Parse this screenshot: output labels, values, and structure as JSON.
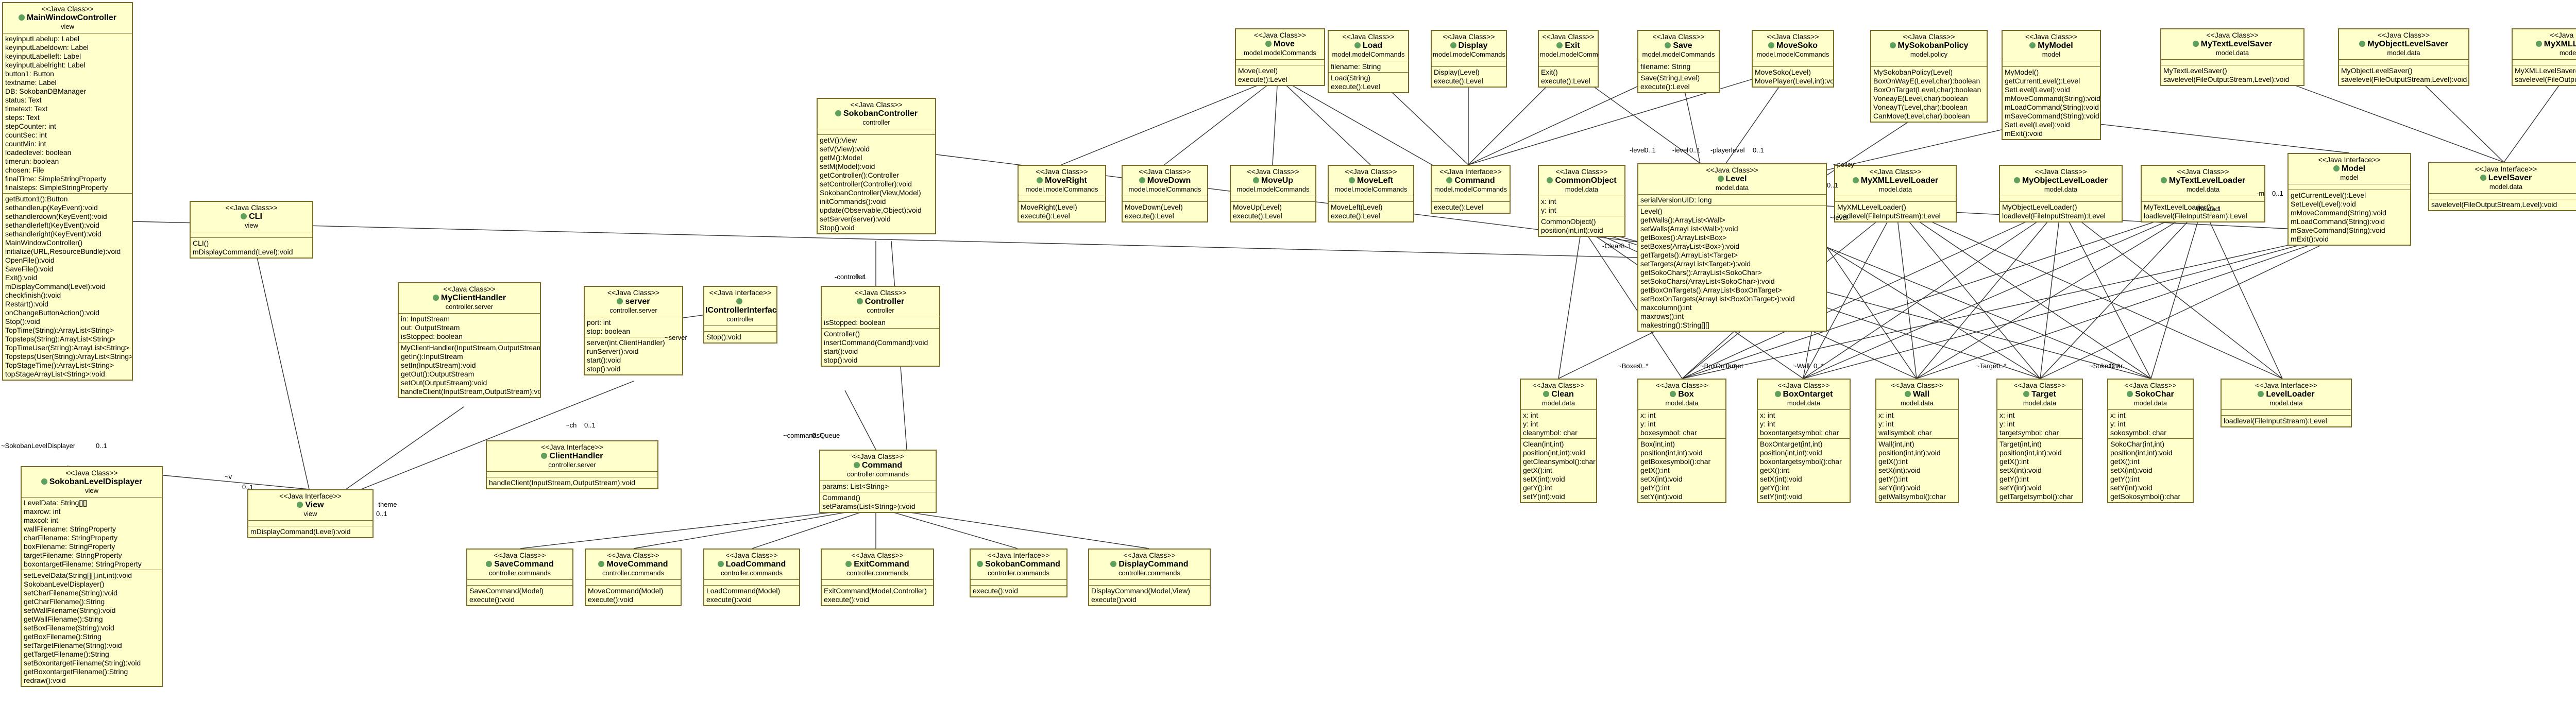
{
  "classes": [
    {
      "id": "MainWindowController",
      "stereo": "<<Java Class>>",
      "name": "MainWindowController",
      "pkg": "view",
      "fields": [
        "keyinputLabelup: Label",
        "keyinputLabeldown: Label",
        "keyinputLabelleft: Label",
        "keyinputLabelright: Label",
        "button1: Button",
        "textname: Label",
        "DB: SokobanDBManager",
        "status: Text",
        "timetext: Text",
        "steps: Text",
        "stepCounter: int",
        "countSec: int",
        "countMin: int",
        "loadedlevel: boolean",
        "timerun: boolean",
        "chosen: File",
        "finalTime: SimpleStringProperty",
        "finalsteps: SimpleStringProperty"
      ],
      "methods": [
        "getButton1():Button",
        "sethandlerup(KeyEvent):void",
        "sethandlerdown(KeyEvent):void",
        "sethandlerleft(KeyEvent):void",
        "sethandleright(KeyEvent):void",
        "MainWindowController()",
        "initialize(URL,ResourceBundle):void",
        "OpenFile():void",
        "SaveFile():void",
        "Exit():void",
        "mDisplayCommand(Level):void",
        "checkfinish():void",
        "Restart():void",
        "onChangeButtonAction():void",
        "Stop():void",
        "TopTime(String):ArrayList<String>",
        "Topsteps(String):ArrayList<String>",
        "TopTimeUser(String):ArrayList<String>",
        "Topsteps(User(String):ArrayList<String>",
        "TopStageTime():ArrayList<String>",
        "topStageArrayList<String>:void"
      ]
    },
    {
      "id": "SokobanLevelDisplayer",
      "stereo": "<<Java Class>>",
      "name": "SokobanLevelDisplayer",
      "pkg": "view",
      "fields": [
        "LevelData: String[][]",
        "maxrow: int",
        "maxcol: int",
        "wallFilename: StringProperty",
        "charFilename: StringProperty",
        "boxFilename: StringProperty",
        "targetFilename: StringProperty",
        "boxontargetFilename: StringProperty"
      ],
      "methods": [
        "setLevelData(String[][],int,int):void",
        "SokobanLevelDisplayer()",
        "setCharFilename(String):void",
        "getCharFilename():String",
        "setWallFilename(String):void",
        "getWallFilename():String",
        "setBoxFilename(String):void",
        "getBoxFilename():String",
        "setTargetFilename(String):void",
        "getTargetFilename():String",
        "setBoxontargetFilename(String):void",
        "getBoxontargetFilename():String",
        "redraw():void"
      ]
    },
    {
      "id": "CLI",
      "stereo": "<<Java Class>>",
      "name": "CLI",
      "pkg": "view",
      "fields": [],
      "methods": [
        "CLI()",
        "mDisplayCommand(Level):void"
      ]
    },
    {
      "id": "View",
      "stereo": "<<Java Interface>>",
      "name": "View",
      "pkg": "view",
      "fields": [],
      "methods": [
        "mDisplayCommand(Level):void"
      ]
    },
    {
      "id": "MyClientHandler",
      "stereo": "<<Java Class>>",
      "name": "MyClientHandler",
      "pkg": "controller.server",
      "fields": [
        "in: InputStream",
        "out: OutputStream",
        "isStopped: boolean"
      ],
      "methods": [
        "MyClientHandler(InputStream,OutputStream)",
        "getIn():InputStream",
        "setIn(InputStream):void",
        "getOut():OutputStream",
        "setOut(OutputStream):void",
        "handleClient(InputStream,OutputStream):void"
      ]
    },
    {
      "id": "server",
      "stereo": "<<Java Class>>",
      "name": "server",
      "pkg": "controller.server",
      "fields": [
        "port: int",
        "stop: boolean"
      ],
      "methods": [
        "server(int,ClientHandler)",
        "runServer():void",
        "start():void",
        "stop():void"
      ]
    },
    {
      "id": "ClientHandler",
      "stereo": "<<Java Interface>>",
      "name": "ClientHandler",
      "pkg": "controller.server",
      "fields": [],
      "methods": [
        "handleClient(InputStream,OutputStream):void"
      ]
    },
    {
      "id": "IControllerInterface",
      "stereo": "<<Java Interface>>",
      "name": "IControllerInterface",
      "pkg": "controller",
      "fields": [],
      "methods": [
        "Stop():void"
      ]
    },
    {
      "id": "SokobanController",
      "stereo": "<<Java Class>>",
      "name": "SokobanController",
      "pkg": "controller",
      "fields": [],
      "methods": [
        "getV():View",
        "setV(View):void",
        "getM():Model",
        "setM(Model):void",
        "getController():Controller",
        "setController(Controller):void",
        "SokobanController(View,Model)",
        "initCommands():void",
        "update(Observable,Object):void",
        "setServer(server):void",
        "Stop():void"
      ]
    },
    {
      "id": "Controller",
      "stereo": "<<Java Class>>",
      "name": "Controller",
      "pkg": "controller",
      "fields": [
        "isStopped: boolean"
      ],
      "methods": [
        "Controller()",
        "insertCommand(Command):void",
        "start():void",
        "stop():void"
      ]
    },
    {
      "id": "Command",
      "stereo": "<<Java Class>>",
      "name": "Command",
      "pkg": "controller.commands",
      "fields": [
        "params: List<String>"
      ],
      "methods": [
        "Command()",
        "setParams(List<String>):void"
      ]
    },
    {
      "id": "SaveCommand",
      "stereo": "<<Java Class>>",
      "name": "SaveCommand",
      "pkg": "controller.commands",
      "fields": [],
      "methods": [
        "SaveCommand(Model)",
        "execute():void"
      ]
    },
    {
      "id": "MoveCommand",
      "stereo": "<<Java Class>>",
      "name": "MoveCommand",
      "pkg": "controller.commands",
      "fields": [],
      "methods": [
        "MoveCommand(Model)",
        "execute():void"
      ]
    },
    {
      "id": "LoadCommand",
      "stereo": "<<Java Class>>",
      "name": "LoadCommand",
      "pkg": "controller.commands",
      "fields": [],
      "methods": [
        "LoadCommand(Model)",
        "execute():void"
      ]
    },
    {
      "id": "ExitCommand",
      "stereo": "<<Java Class>>",
      "name": "ExitCommand",
      "pkg": "controller.commands",
      "fields": [],
      "methods": [
        "ExitCommand(Model,Controller)",
        "execute():void"
      ]
    },
    {
      "id": "SokobanCommand",
      "stereo": "<<Java Interface>>",
      "name": "SokobanCommand",
      "pkg": "controller.commands",
      "fields": [],
      "methods": [
        "execute():void"
      ]
    },
    {
      "id": "DisplayCommand",
      "stereo": "<<Java Class>>",
      "name": "DisplayCommand",
      "pkg": "controller.commands",
      "fields": [],
      "methods": [
        "DisplayCommand(Model,View)",
        "execute():void"
      ]
    },
    {
      "id": "Move",
      "stereo": "<<Java Class>>",
      "name": "Move",
      "pkg": "model.modelCommands",
      "fields": [],
      "methods": [
        "Move(Level)",
        "execute():Level"
      ]
    },
    {
      "id": "Load",
      "stereo": "<<Java Class>>",
      "name": "Load",
      "pkg": "model.modelCommands",
      "fields": [
        "filename: String"
      ],
      "methods": [
        "Load(String)",
        "execute():Level"
      ]
    },
    {
      "id": "Display",
      "stereo": "<<Java Class>>",
      "name": "Display",
      "pkg": "model.modelCommands",
      "fields": [],
      "methods": [
        "Display(Level)",
        "execute():Level"
      ]
    },
    {
      "id": "Exit",
      "stereo": "<<Java Class>>",
      "name": "Exit",
      "pkg": "model.modelCommands",
      "fields": [],
      "methods": [
        "Exit()",
        "execute():Level"
      ]
    },
    {
      "id": "Save",
      "stereo": "<<Java Class>>",
      "name": "Save",
      "pkg": "model.modelCommands",
      "fields": [
        "filename: String"
      ],
      "methods": [
        "Save(String,Level)",
        "execute():Level"
      ]
    },
    {
      "id": "MoveSoko",
      "stereo": "<<Java Class>>",
      "name": "MoveSoko",
      "pkg": "model.modelCommands",
      "fields": [],
      "methods": [
        "MoveSoko(Level)",
        "MovePlayer(Level,int):void"
      ]
    },
    {
      "id": "MoveRight",
      "stereo": "<<Java Class>>",
      "name": "MoveRight",
      "pkg": "model.modelCommands",
      "fields": [],
      "methods": [
        "MoveRight(Level)",
        "execute():Level"
      ]
    },
    {
      "id": "MoveDown",
      "stereo": "<<Java Class>>",
      "name": "MoveDown",
      "pkg": "model.modelCommands",
      "fields": [],
      "methods": [
        "MoveDown(Level)",
        "execute():Level"
      ]
    },
    {
      "id": "MoveUp",
      "stereo": "<<Java Class>>",
      "name": "MoveUp",
      "pkg": "model.modelCommands",
      "fields": [],
      "methods": [
        "MoveUp(Level)",
        "execute():Level"
      ]
    },
    {
      "id": "MoveLeft",
      "stereo": "<<Java Class>>",
      "name": "MoveLeft",
      "pkg": "model.modelCommands",
      "fields": [],
      "methods": [
        "MoveLeft(Level)",
        "execute():Level"
      ]
    },
    {
      "id": "CommandM",
      "stereo": "<<Java Interface>>",
      "name": "Command",
      "pkg": "model.modelCommands",
      "fields": [],
      "methods": [
        "execute():Level"
      ]
    },
    {
      "id": "CommonObject",
      "stereo": "<<Java Class>>",
      "name": "CommonObject",
      "pkg": "model.data",
      "fields": [
        "x: int",
        "y: int"
      ],
      "methods": [
        "CommonObject()",
        "position(int,int):void"
      ]
    },
    {
      "id": "Level",
      "stereo": "<<Java Class>>",
      "name": "Level",
      "pkg": "model.data",
      "fields": [
        "serialVersionUID: long"
      ],
      "methods": [
        "Level()",
        "getWalls():ArrayList<Wall>",
        "setWalls(ArrayList<Wall>):void",
        "getBoxes():ArrayList<Box>",
        "setBoxes(ArrayList<Box>):void",
        "getTargets():ArrayList<Target>",
        "setTargets(ArrayList<Target>):void",
        "getSokoChars():ArrayList<SokoChar>",
        "setSokoChars(ArrayList<SokoChar>):void",
        "getBoxOnTargets():ArrayList<BoxOnTarget>",
        "setBoxOnTargets(ArrayList<BoxOnTarget>):void",
        "maxcolumn():int",
        "maxrows():int",
        "makestring():String[][]"
      ]
    },
    {
      "id": "MySokobanPolicy",
      "stereo": "<<Java Class>>",
      "name": "MySokobanPolicy",
      "pkg": "model.policy",
      "fields": [],
      "methods": [
        "MySokobanPolicy(Level)",
        "BoxOnWayE(Level,char):boolean",
        "BoxOnTarget(Level,char):boolean",
        "VoneayE(Level,char):boolean",
        "VoneayT(Level,char):boolean",
        "CanMove(Level,char):boolean"
      ]
    },
    {
      "id": "MyModel",
      "stereo": "<<Java Class>>",
      "name": "MyModel",
      "pkg": "model",
      "fields": [],
      "methods": [
        "MyModel()",
        "getCurrentLevel():Level",
        "SetLevel(Level):void",
        "mMoveCommand(String):void",
        "mLoadCommand(String):void",
        "mSaveCommand(String):void",
        "SetLevel(Level):void",
        "mExit():void"
      ]
    },
    {
      "id": "MyTextLevelSaver",
      "stereo": "<<Java Class>>",
      "name": "MyTextLevelSaver",
      "pkg": "model.data",
      "fields": [],
      "methods": [
        "MyTextLevelSaver()",
        "savelevel(FileOutputStream,Level):void"
      ]
    },
    {
      "id": "MyObjectLevelSaver",
      "stereo": "<<Java Class>>",
      "name": "MyObjectLevelSaver",
      "pkg": "model.data",
      "fields": [],
      "methods": [
        "MyObjectLevelSaver()",
        "savelevel(FileOutputStream,Level):void"
      ]
    },
    {
      "id": "MyXMLLevelSaver",
      "stereo": "<<Java Class>>",
      "name": "MyXMLLevelSaver",
      "pkg": "model.data",
      "fields": [],
      "methods": [
        "MyXMLLevelSaver()",
        "savelevel(FileOutputStream,Level):void"
      ]
    },
    {
      "id": "MyXMLLevelLoader",
      "stereo": "<<Java Class>>",
      "name": "MyXMLLevelLoader",
      "pkg": "model.data",
      "fields": [],
      "methods": [
        "MyXMLLevelLoader()",
        "loadlevel(FileInputStream):Level"
      ]
    },
    {
      "id": "MyObjectLevelLoader",
      "stereo": "<<Java Class>>",
      "name": "MyObjectLevelLoader",
      "pkg": "model.data",
      "fields": [],
      "methods": [
        "MyObjectLevelLoader()",
        "loadlevel(FileInputStream):Level"
      ]
    },
    {
      "id": "MyTextLevelLoader",
      "stereo": "<<Java Class>>",
      "name": "MyTextLevelLoader",
      "pkg": "model.data",
      "fields": [],
      "methods": [
        "MyTextLevelLoader()",
        "loadlevel(FileInputStream):Level"
      ]
    },
    {
      "id": "Model",
      "stereo": "<<Java Interface>>",
      "name": "Model",
      "pkg": "model",
      "fields": [],
      "methods": [
        "getCurrentLevel():Level",
        "SetLevel(Level):void",
        "mMoveCommand(String):void",
        "mLoadCommand(String):void",
        "mSaveCommand(String):void",
        "mExit():void"
      ]
    },
    {
      "id": "LevelSaver",
      "stereo": "<<Java Interface>>",
      "name": "LevelSaver",
      "pkg": "model.data",
      "fields": [],
      "methods": [
        "savelevel(FileOutputStream,Level):void"
      ]
    },
    {
      "id": "Clean",
      "stereo": "<<Java Class>>",
      "name": "Clean",
      "pkg": "model.data",
      "fields": [
        "x: int",
        "y: int",
        "cleanymbol: char"
      ],
      "methods": [
        "Clean(int,int)",
        "position(int,int):void",
        "getCleansymbol():char",
        "getX():int",
        "setX(int):void",
        "getY():int",
        "setY(int):void"
      ]
    },
    {
      "id": "Box",
      "stereo": "<<Java Class>>",
      "name": "Box",
      "pkg": "model.data",
      "fields": [
        "x: int",
        "y: int",
        "boxesymbol: char"
      ],
      "methods": [
        "Box(int,int)",
        "position(int,int):void",
        "getBoxesymbol():char",
        "getX():int",
        "setX(int):void",
        "getY():int",
        "setY(int):void"
      ]
    },
    {
      "id": "BoxOntarget",
      "stereo": "<<Java Class>>",
      "name": "BoxOntarget",
      "pkg": "model.data",
      "fields": [
        "x: int",
        "y: int",
        "boxontargetsymbol: char"
      ],
      "methods": [
        "BoxOntarget(int,int)",
        "position(int,int):void",
        "boxontargetsymbol():char",
        "getX():int",
        "setX(int):void",
        "getY():int",
        "setY(int):void"
      ]
    },
    {
      "id": "Wall",
      "stereo": "<<Java Class>>",
      "name": "Wall",
      "pkg": "model.data",
      "fields": [
        "x: int",
        "y: int",
        "wallsymbol: char"
      ],
      "methods": [
        "Wall(int,int)",
        "position(int,int):void",
        "getX():int",
        "setX(int):void",
        "getY():int",
        "setY(int):void",
        "getWallsymbol():char"
      ]
    },
    {
      "id": "Target",
      "stereo": "<<Java Class>>",
      "name": "Target",
      "pkg": "model.data",
      "fields": [
        "x: int",
        "y: int",
        "targetsymbol: char"
      ],
      "methods": [
        "Target(int,int)",
        "position(int,int):void",
        "getX():int",
        "setX(int):void",
        "getY():int",
        "setY(int):void",
        "getTargetsymbol():char"
      ]
    },
    {
      "id": "SokoChar",
      "stereo": "<<Java Class>>",
      "name": "SokoChar",
      "pkg": "model.data",
      "fields": [
        "x: int",
        "y: int",
        "sokosymbol: char"
      ],
      "methods": [
        "SokoChar(int,int)",
        "position(int,int):void",
        "getX():int",
        "setX(int):void",
        "getY():int",
        "setY(int):void",
        "getSokosymbol():char"
      ]
    },
    {
      "id": "LevelLoader",
      "stereo": "<<Java Interface>>",
      "name": "LevelLoader",
      "pkg": "model.data",
      "fields": [],
      "methods": [
        "loadlevel(FileInputStream):Level"
      ]
    }
  ],
  "labels": [
    "~SokobanLevelDisplayer",
    "0..1",
    "~v",
    "0..1",
    "-theme",
    "0..1",
    "~server",
    "~ch",
    "0..1",
    "-controller",
    "0..1",
    "~commandsQueue",
    "0..*",
    "-level",
    "0..1",
    "-level",
    "0..1",
    "-playerlevel",
    "0..1",
    "~policy",
    "0..1",
    "~level",
    "~Boxes",
    "0..*",
    "~BoxOnTarget",
    "0..*",
    "~Wall",
    "0..*",
    "~Target",
    "0..*",
    "~SokoChar",
    "0..*",
    "-Clean",
    "0..1",
    "-theload",
    "0..1",
    "-m",
    "0..1"
  ]
}
